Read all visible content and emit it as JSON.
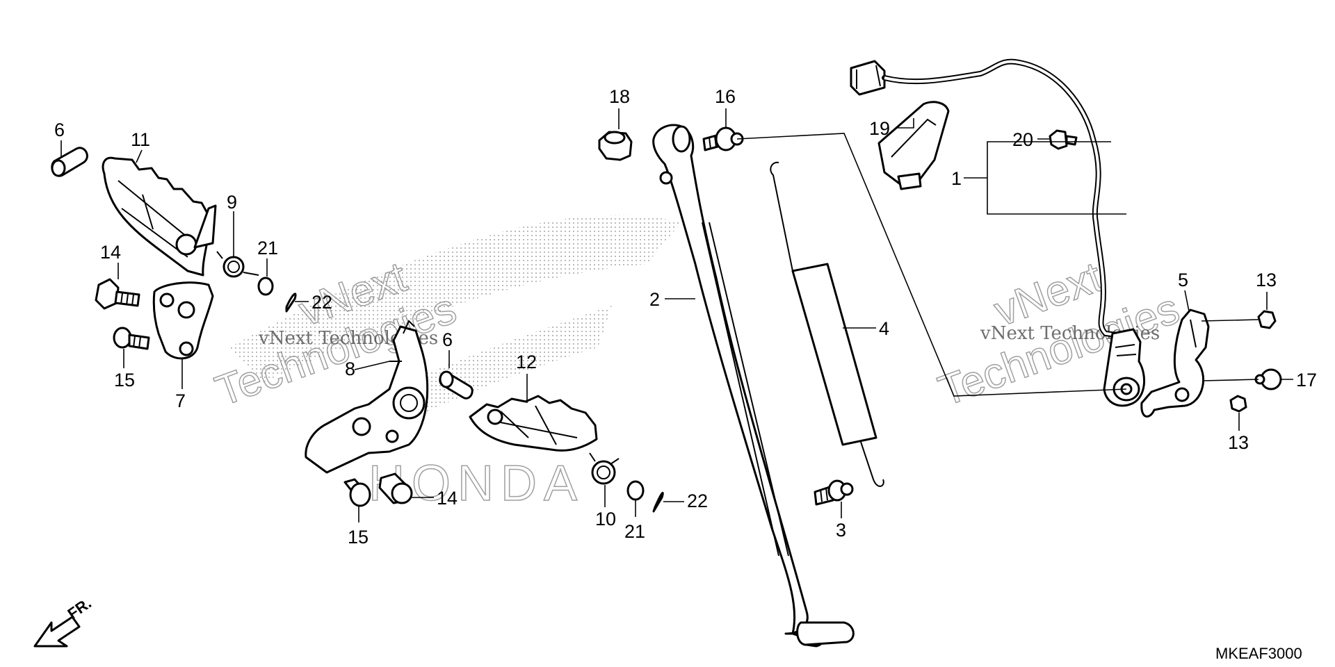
{
  "diagram": {
    "callouts": [
      "6",
      "11",
      "9",
      "21",
      "22",
      "14",
      "15",
      "7",
      "8",
      "6",
      "12",
      "15",
      "14",
      "10",
      "21",
      "22",
      "18",
      "16",
      "2",
      "4",
      "3",
      "19",
      "20",
      "1",
      "5",
      "13",
      "17",
      "13"
    ],
    "watermark": {
      "line1": "vNext",
      "line2": "Technologies",
      "combined": "vNext Technologies"
    },
    "diagram_code": "MKEAF3000",
    "direction_label": "FR."
  }
}
